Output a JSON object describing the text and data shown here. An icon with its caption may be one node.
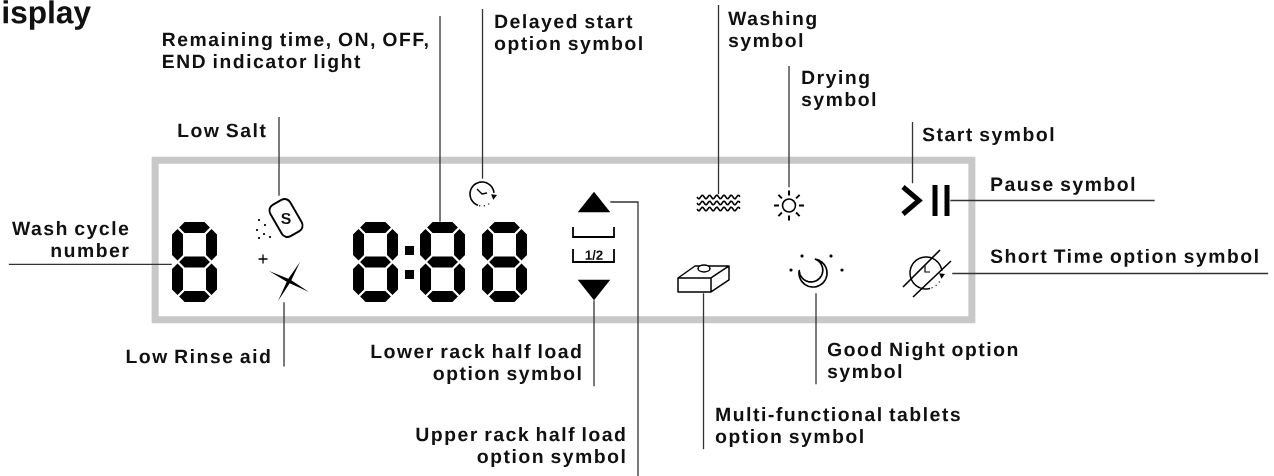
{
  "diagram": {
    "title": "isplay",
    "nodes": [
      {
        "text": [
          "Remaining time, ON, OFF, END indicator light"
        ]
      },
      {
        "text": [
          "Delayed start option symbol"
        ]
      },
      {
        "text": [
          "Washing symbol"
        ]
      },
      {
        "text": [
          "Drying symbol"
        ]
      },
      {
        "text": [
          "Low Salt"
        ]
      },
      {
        "text": [
          "Start symbol"
        ]
      },
      {
        "text": [
          "Pause symbol"
        ]
      },
      {
        "text": [],
        "shape": "box"
      },
      {
        "text": [],
        "shape": "picture",
        "in": 7
      },
      {
        "text": [],
        "shape": "picture",
        "in": 7
      },
      {
        "text": [],
        "shape": "picture",
        "in": 7
      },
      {
        "text": [],
        "shape": "picture",
        "in": 7
      },
      {
        "text": [],
        "shape": "picture",
        "in": 7
      },
      {
        "text": [],
        "shape": "triangle",
        "in": 7
      },
      {
        "text": [],
        "shape": "triangle",
        "in": 7
      },
      {
        "text": [],
        "shape": "picture",
        "in": 7
      },
      {
        "text": [],
        "shape": "picture",
        "in": 7
      },
      {
        "text": [],
        "shape": "picture",
        "in": 7
      },
      {
        "text": [],
        "shape": "picture",
        "in": 7
      },
      {
        "text": [],
        "shape": "picture",
        "in": 7
      },
      {
        "text": [],
        "shape": "picture",
        "in": 7
      },
      {
        "text": [],
        "shape": "picture",
        "in": 7
      },
      {
        "text": [
          "Wash cycle number"
        ]
      },
      {
        "text": [
          "Short Time option symbol"
        ]
      },
      {
        "text": [
          "Low Rinse aid"
        ]
      },
      {
        "text": [
          "Lower rack half load option symbol"
        ]
      },
      {
        "text": [
          "Good Night option symbol"
        ]
      },
      {
        "text": [
          "Multi-functional tablets option symbol"
        ]
      },
      {
        "text": [
          "Upper rack half load option symbol"
        ]
      }
    ],
    "edges": [
      {
        "from": 0,
        "to": 11,
        "arrow": "none"
      },
      {
        "from": 1,
        "to": 12,
        "arrow": "none"
      },
      {
        "from": 2,
        "to": 16,
        "arrow": "none"
      },
      {
        "from": 3,
        "to": 17,
        "arrow": "none"
      },
      {
        "from": 4,
        "to": 9,
        "arrow": "none"
      },
      {
        "from": 5,
        "to": 19,
        "arrow": "none"
      },
      {
        "from": 6,
        "to": 21,
        "arrow": "none"
      },
      {
        "from": 22,
        "to": 8,
        "arrow": "none"
      },
      {
        "from": 23,
        "to": 20,
        "arrow": "none"
      },
      {
        "from": 24,
        "to": 10,
        "arrow": "none"
      },
      {
        "from": 25,
        "to": 14,
        "arrow": "none"
      },
      {
        "from": 26,
        "to": 18,
        "arrow": "none"
      },
      {
        "from": 27,
        "to": 15,
        "arrow": "none"
      },
      {
        "from": 28,
        "to": 13,
        "arrow": "none"
      }
    ],
    "labels": [
      "S",
      "1/2"
    ]
  }
}
